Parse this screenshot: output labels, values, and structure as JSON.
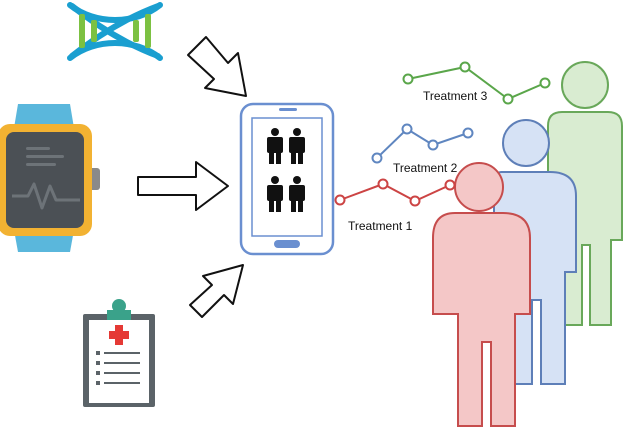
{
  "treatments": [
    {
      "label": "Treatment 1",
      "color": "#cc4444"
    },
    {
      "label": "Treatment 2",
      "color": "#5f86c0"
    },
    {
      "label": "Treatment 3",
      "color": "#5aa64a"
    }
  ],
  "people_colors": {
    "front": {
      "fill": "#f4c7c7",
      "stroke": "#c64d4d"
    },
    "middle": {
      "fill": "#d6e2f5",
      "stroke": "#5e7fb8"
    },
    "back": {
      "fill": "#d9ecd1",
      "stroke": "#69a85a"
    }
  },
  "icons": [
    "dna-icon",
    "smartwatch-icon",
    "clipboard-medical-icon",
    "smartphone-icon",
    "group-people-icon"
  ]
}
